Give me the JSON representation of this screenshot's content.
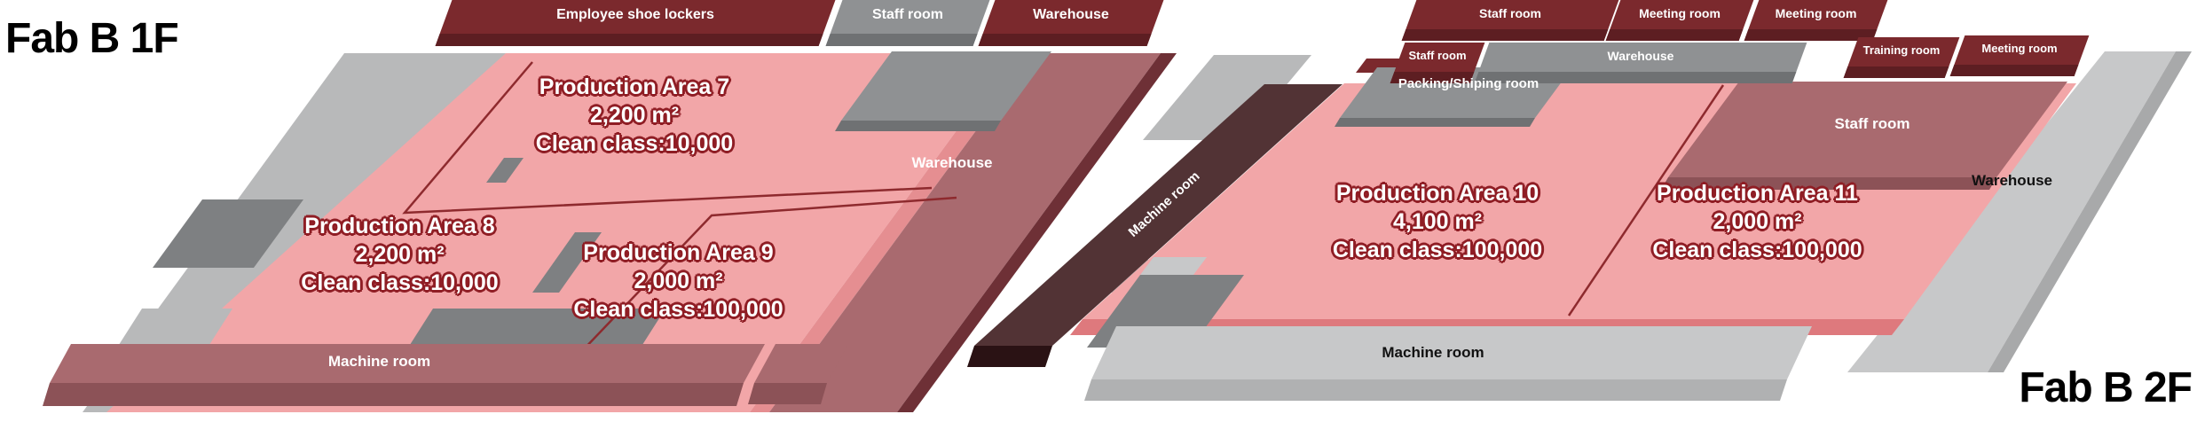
{
  "colors": {
    "dark_red_room": "#7b292d",
    "dark_red_room_front": "#5d1e22",
    "gray_room": "#8f9193",
    "base_plate_gray": "#b8b9ba",
    "pink_clean_floor": "#f2a6a8",
    "pink_floor_edge": "#de797d",
    "mauve_room": "#a96a6f",
    "dark_brown_machine": "#523335",
    "light_gray_2f": "#c7c8c9",
    "mid_gray_patch": "#7e8082",
    "area_outline_red": "#8e2a2e",
    "area_text_outline": "#8f1d24"
  },
  "fab1f": {
    "title": "Fab B 1F",
    "top_rooms": [
      {
        "label": "Employee shoe lockers"
      },
      {
        "label": "Staff room"
      },
      {
        "label": "Warehouse"
      }
    ],
    "warehouse_label": "Warehouse",
    "machine_room_label": "Machine room",
    "areas": [
      {
        "name": "Production Area 7",
        "size": "2,200 m²",
        "clean": "Clean class:10,000"
      },
      {
        "name": "Production Area 8",
        "size": "2,200 m²",
        "clean": "Clean class:10,000"
      },
      {
        "name": "Production Area 9",
        "size": "2,000 m²",
        "clean": "Clean class:100,000"
      }
    ]
  },
  "fab2f": {
    "title": "Fab B 2F",
    "top_rooms_row1": [
      {
        "label": "Staff room"
      },
      {
        "label": "Meeting room"
      },
      {
        "label": "Meeting room"
      }
    ],
    "top_rooms_row2": [
      {
        "label": "Staff room"
      },
      {
        "label": "Warehouse"
      },
      {
        "label": "Training room"
      },
      {
        "label": "Meeting room"
      }
    ],
    "packing_label": "Packing/Shiping room",
    "staff_room_label": "Staff room",
    "warehouse_label": "Warehouse",
    "machine_room_band_label": "Machine room",
    "machine_room_label": "Machine room",
    "areas": [
      {
        "name": "Production Area 10",
        "size": "4,100 m²",
        "clean": "Clean class:100,000"
      },
      {
        "name": "Production Area 11",
        "size": "2,000 m²",
        "clean": "Clean class:100,000"
      }
    ]
  }
}
